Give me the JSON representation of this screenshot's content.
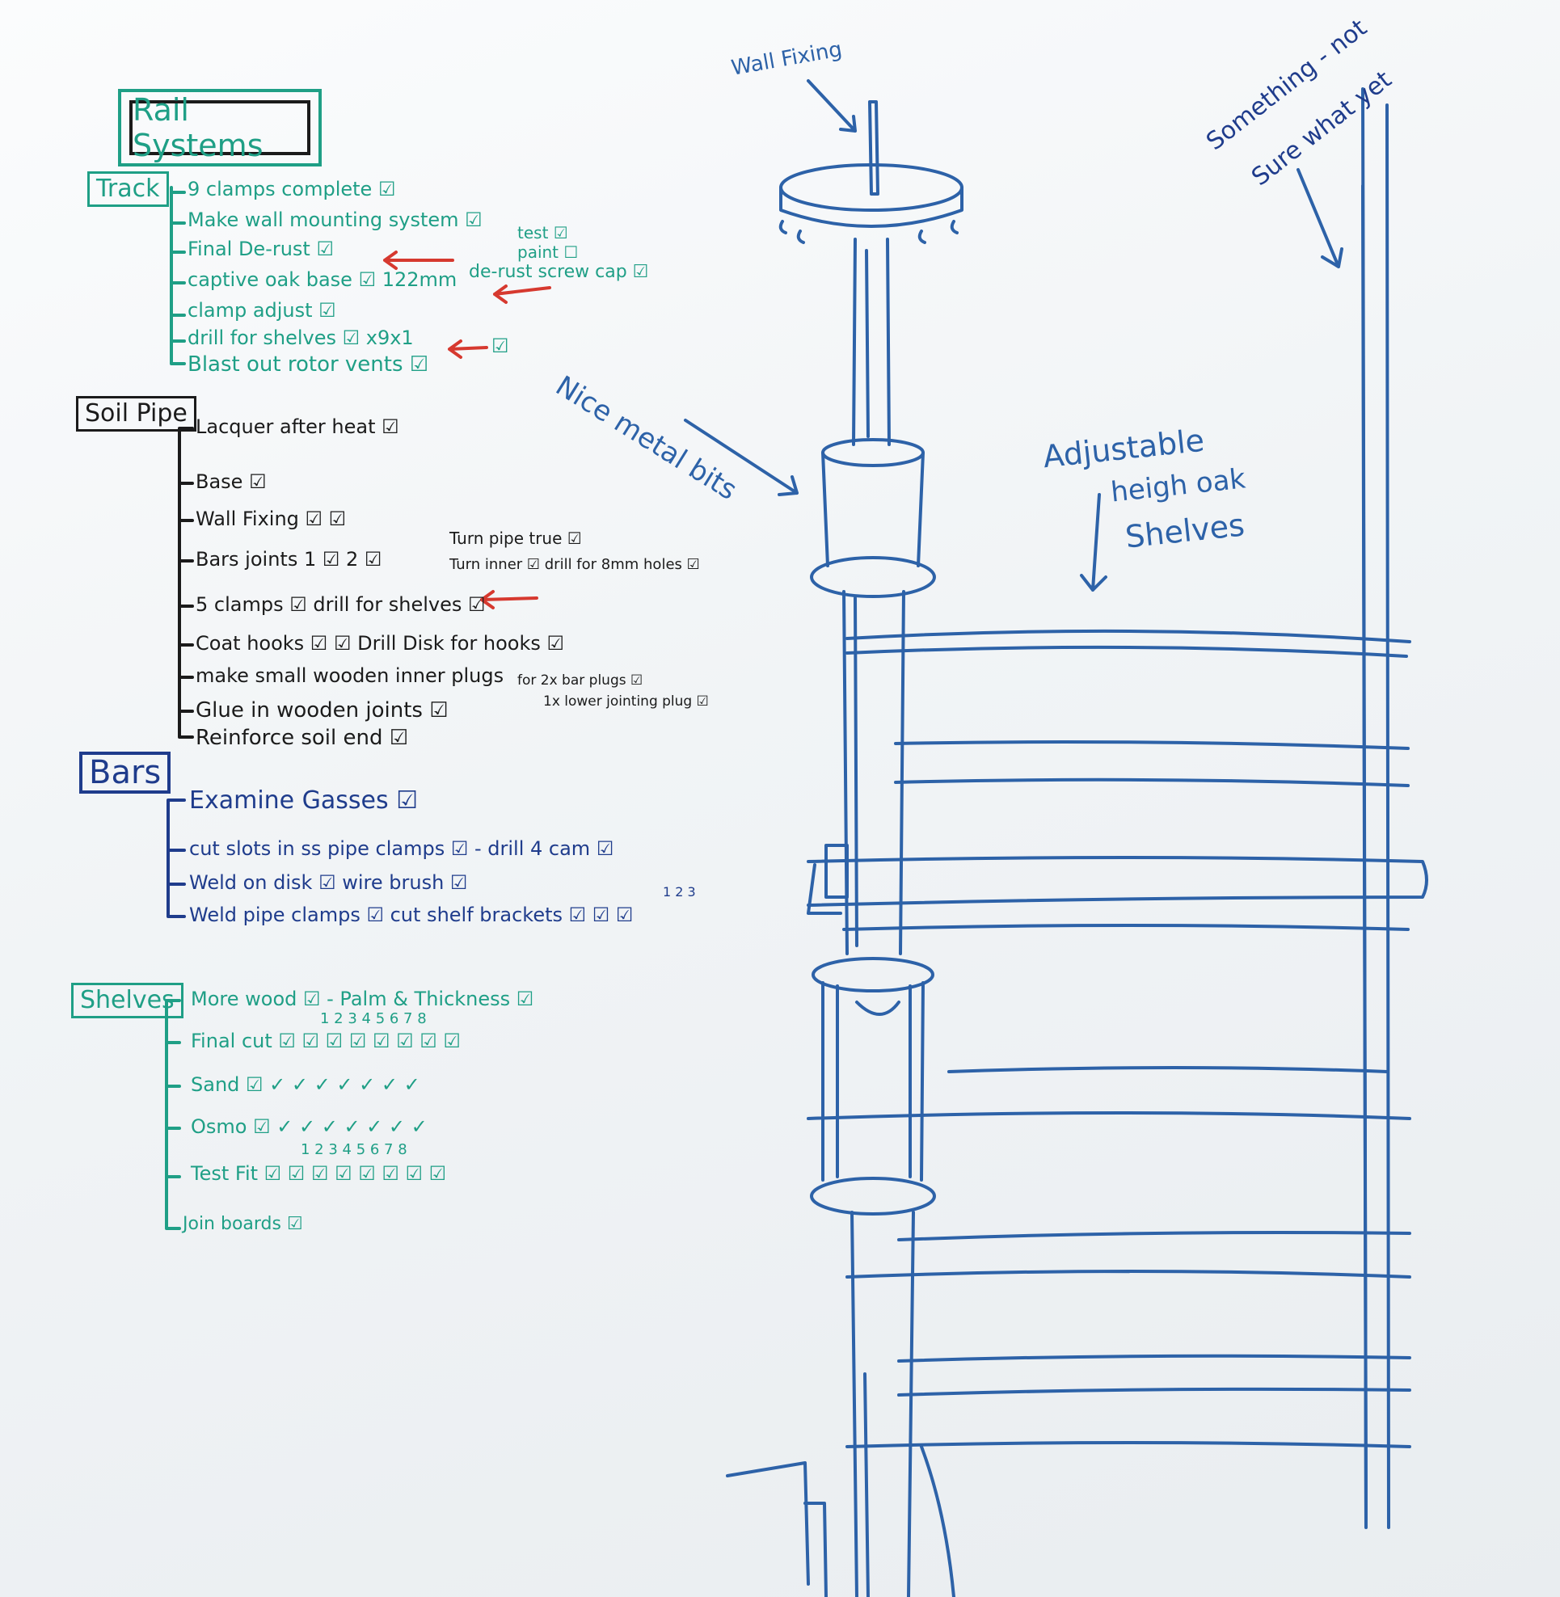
{
  "title": "Rail Systems",
  "track": {
    "label": "Track",
    "items": [
      "9 clamps complete ☑",
      "Make wall mounting system ☑",
      "Final De-rust ☑",
      "captive oak base ☑ 122mm",
      "clamp adjust ☑",
      "drill for shelves ☑ x9x1",
      "Blast out rotor vents ☑"
    ],
    "side_notes": [
      "test ☑",
      "paint ☐",
      "de-rust screw cap ☑",
      "☑"
    ]
  },
  "soil_pipe": {
    "label": "Soil Pipe",
    "items": [
      "Lacquer after heat ☑",
      "Base ☑",
      "Wall Fixing ☑ ☑",
      "Bars joints 1 ☑ 2 ☑",
      "5 clamps ☑ drill for shelves ☑",
      "Coat hooks ☑ ☑ Drill Disk for hooks ☑",
      "make small wooden inner plugs",
      "Glue in wooden joints ☑",
      "Reinforce soil end ☑"
    ],
    "side_notes": [
      "Turn pipe true ☑",
      "Turn inner ☑ drill for 8mm holes ☑",
      "for 2x bar plugs ☑",
      "1x lower jointing plug ☑"
    ]
  },
  "bars": {
    "label": "Bars",
    "items": [
      "Examine Gasses ☑",
      "cut slots in ss pipe clamps ☑ - drill 4 cam ☑",
      "Weld on disk ☑ wire brush ☑",
      "Weld pipe clamps ☑ cut shelf brackets ☑ ☑ ☑"
    ],
    "bracket_numbers": "1 2 3"
  },
  "shelves": {
    "label": "Shelves",
    "items": [
      "More wood ☑ - Palm & Thickness ☑",
      "Final cut ☑ ☑ ☑ ☑ ☑ ☑ ☑ ☑",
      "Sand ☑ ✓ ✓ ✓ ✓ ✓ ✓ ✓",
      "Osmo ☑ ✓ ✓ ✓ ✓ ✓ ✓ ✓",
      "Test Fit ☑ ☑ ☑ ☑ ☑ ☑ ☑ ☑",
      "Join boards ☑"
    ],
    "column_numbers": "1 2 3 4 5 6 7 8"
  },
  "sketch": {
    "wall_fixing_label": "Wall Fixing",
    "metal_bits_label": "Nice metal bits",
    "shelves_label_1": "Adjustable",
    "shelves_label_2": "heigh oak",
    "shelves_label_3": "Shelves",
    "unknown_label_1": "Something - not",
    "unknown_label_2": "Sure what yet"
  },
  "colors": {
    "teal": "#1f9f86",
    "black": "#1b1b1b",
    "navy": "#1f3c8c",
    "blue": "#2d62a8",
    "red": "#d6392f"
  }
}
